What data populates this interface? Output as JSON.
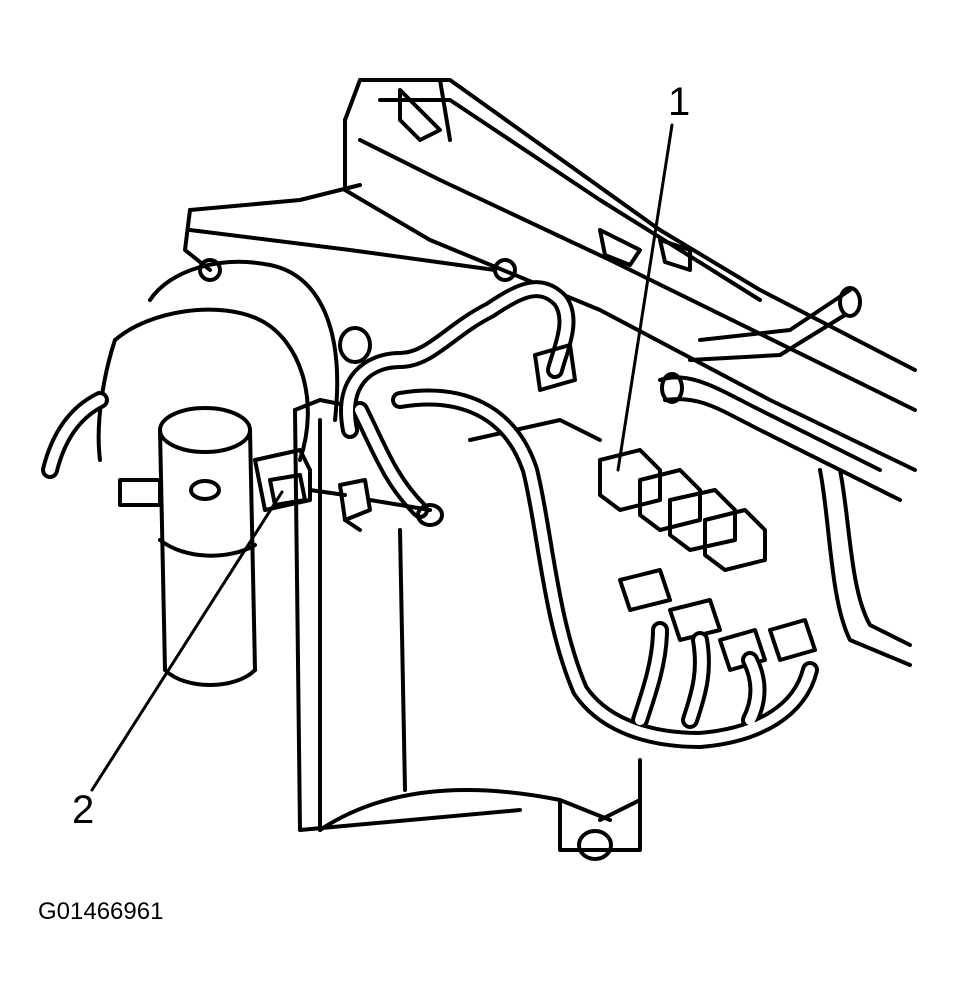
{
  "figure": {
    "figure_id": "G01466961"
  },
  "callouts": [
    {
      "label": "1"
    },
    {
      "label": "2"
    }
  ],
  "colors": {
    "line": "#000000",
    "background": "#ffffff"
  }
}
